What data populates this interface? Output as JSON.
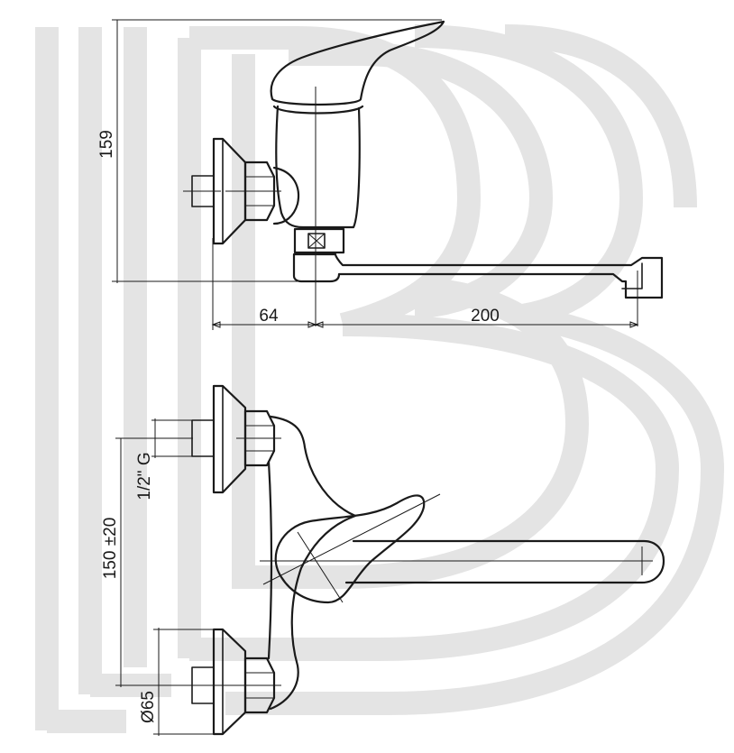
{
  "dimensions": {
    "height_total": "159",
    "wall_offset": "64",
    "spout_reach": "200",
    "thread": "1/2\" G",
    "center_distance": "150 ±20",
    "flange_diameter": "Ø65"
  },
  "watermark": {
    "letters": "LBB",
    "color": "#e4e4e4"
  },
  "colors": {
    "line": "#1a1a1a",
    "background": "#ffffff"
  }
}
